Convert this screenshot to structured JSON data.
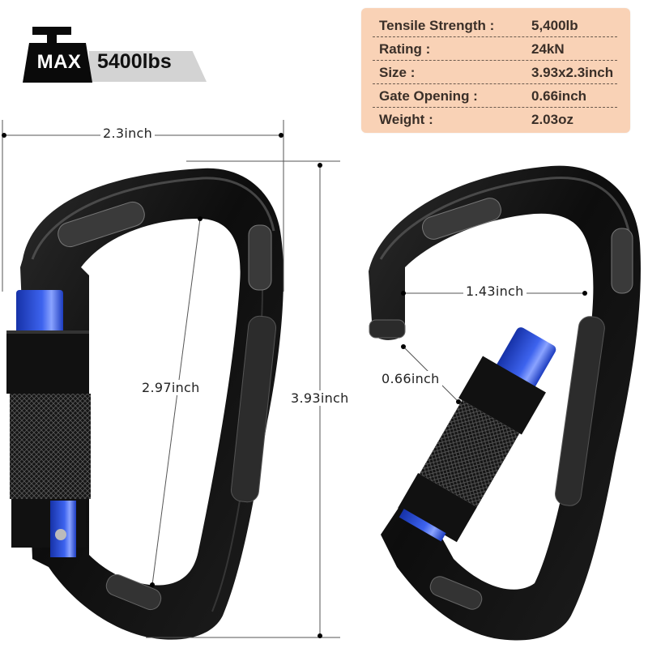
{
  "badge": {
    "label": "MAX",
    "value": "5400lbs",
    "icon": "weight-icon"
  },
  "specs": {
    "background": "#f9d2b6",
    "rows": [
      {
        "label": "Tensile Strength :",
        "value": "5,400lb"
      },
      {
        "label": "Rating :",
        "value": "24kN"
      },
      {
        "label": "Size :",
        "value": "3.93x2.3inch"
      },
      {
        "label": "Gate Opening :",
        "value": "0.66inch"
      },
      {
        "label": "Weight :",
        "value": "2.03oz"
      }
    ]
  },
  "dimensions": {
    "width": "2.3inch",
    "inner_length": "2.97inch",
    "height": "3.93inch",
    "inner_width": "1.43inch",
    "gate_opening": "0.66inch"
  },
  "colors": {
    "body": "#1b1b1b",
    "highlight": "#6e6e6e",
    "gate_blue": "#2a4fd8",
    "band_gray": "#d3d3d3"
  },
  "products": [
    {
      "name": "closed-carabiner",
      "state": "gate closed"
    },
    {
      "name": "open-carabiner",
      "state": "gate open"
    }
  ]
}
